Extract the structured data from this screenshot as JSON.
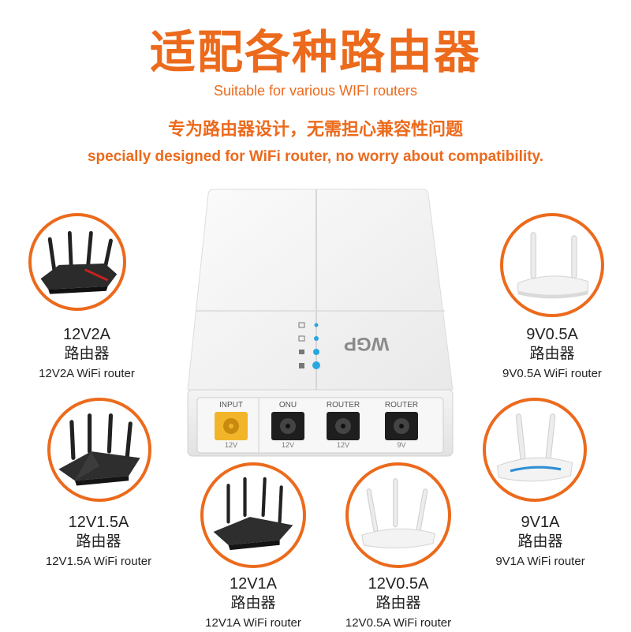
{
  "header": {
    "title_cn": "适配各种路由器",
    "title_en": "Suitable for various WIFI routers",
    "subtitle_cn": "专为路由器设计，无需担心兼容性问题",
    "subtitle_en": "specially designed for WiFi router, no worry about compatibility."
  },
  "device": {
    "logo": "WGP",
    "ports": [
      {
        "label": "INPUT",
        "voltage": "12V"
      },
      {
        "label": "ONU",
        "voltage": "12V"
      },
      {
        "label": "ROUTER",
        "voltage": "12V"
      },
      {
        "label": "ROUTER",
        "voltage": "9V"
      }
    ]
  },
  "routers": [
    {
      "spec": "12V2A",
      "cn": "路由器",
      "en": "12V2A WiFi router",
      "icon": "black-gaming-router-icon"
    },
    {
      "spec": "9V0.5A",
      "cn": "路由器",
      "en": "9V0.5A WiFi router",
      "icon": "white-router-icon"
    },
    {
      "spec": "12V1.5A",
      "cn": "路由器",
      "en": "12V1.5A WiFi router",
      "icon": "black-router-icon"
    },
    {
      "spec": "9V1A",
      "cn": "路由器",
      "en": "9V1A WiFi router",
      "icon": "white-router-icon"
    },
    {
      "spec": "12V1A",
      "cn": "路由器",
      "en": "12V1A WiFi router",
      "icon": "black-router-icon"
    },
    {
      "spec": "12V0.5A",
      "cn": "路由器",
      "en": "12V0.5A WiFi router",
      "icon": "white-router-icon"
    }
  ],
  "colors": {
    "accent": "#ec6a1c",
    "input_port": "#f2b52a"
  }
}
